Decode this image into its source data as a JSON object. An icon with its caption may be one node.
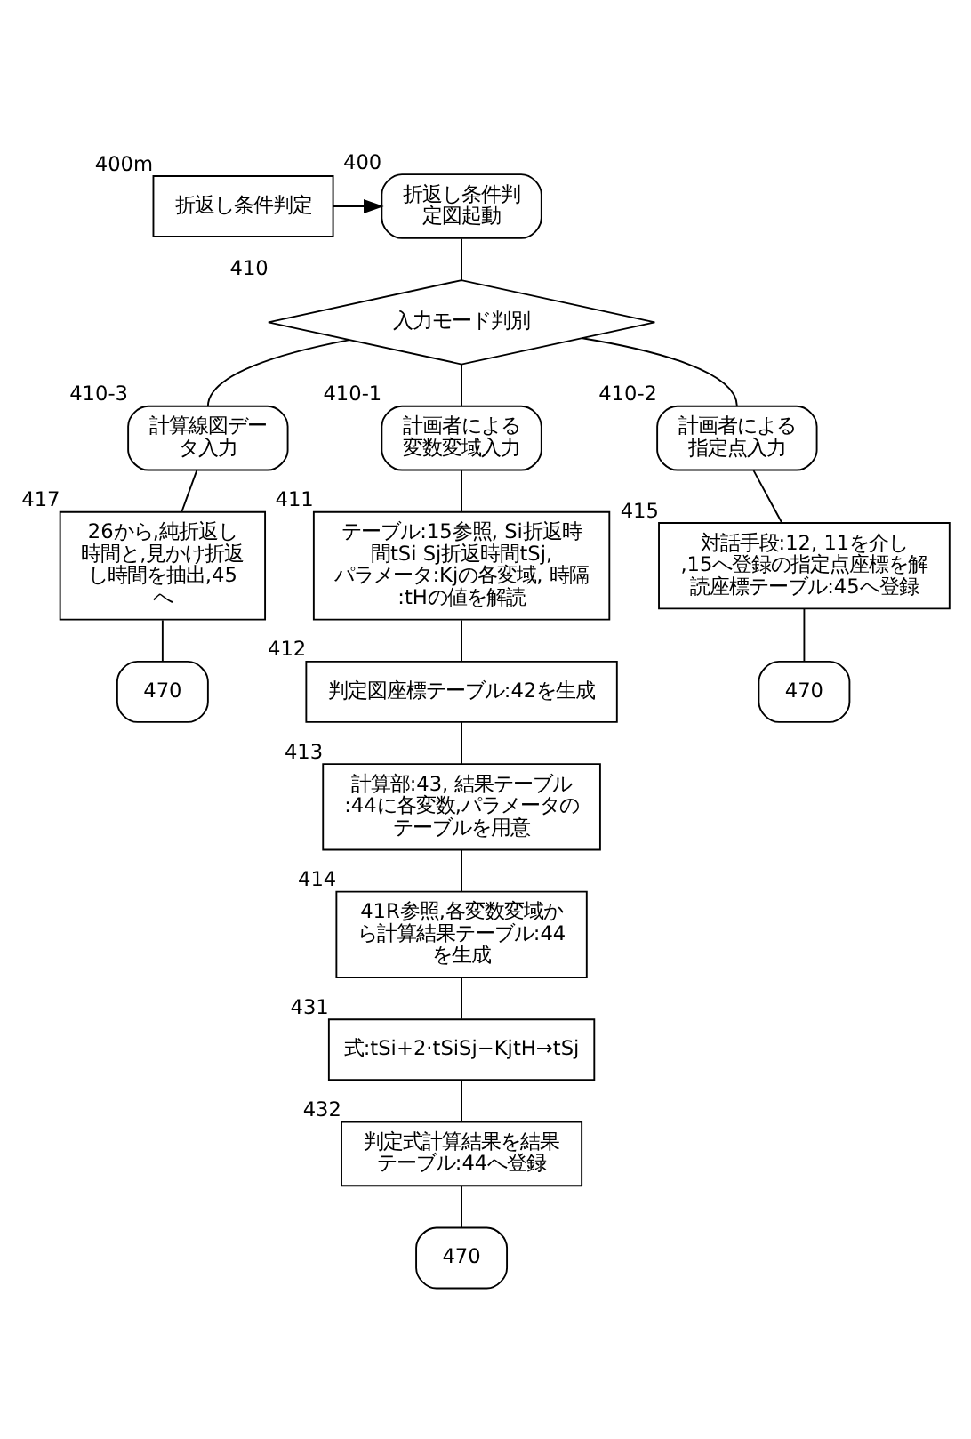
{
  "diagram": {
    "nodes": [
      {
        "text": [
          "折返し条件判定"
        ],
        "beside": [
          "400m"
        ]
      },
      {
        "text": [
          "折返し条件判定図起動"
        ],
        "beside": [
          "400"
        ]
      },
      {
        "text": [
          "入力モード判別"
        ],
        "beside": [
          "410"
        ]
      },
      {
        "text": [
          "計算線図データ入力"
        ],
        "beside": [
          "410-3"
        ]
      },
      {
        "text": [
          "計画者による変数変域入力"
        ],
        "beside": [
          "410-1"
        ]
      },
      {
        "text": [
          "計画者による指定点入力"
        ],
        "beside": [
          "410-2"
        ]
      },
      {
        "text": [
          "26から,純折返し時間と,見かけ折返し時間を抽出,45へ"
        ],
        "beside": [
          "417"
        ]
      },
      {
        "text": [
          "470"
        ]
      },
      {
        "text": [
          "テーブル:15参照, Si折返時間tSi Sj折返時間tSj, パラメータ:Kjの各変域, 時隔:tHの値を解読"
        ],
        "beside": [
          "411"
        ]
      },
      {
        "text": [
          "判定図座標テーブル:42を生成"
        ],
        "beside": [
          "412"
        ]
      },
      {
        "text": [
          "計算部:43, 結果テーブル:44に各変数,パラメータのテーブルを用意"
        ],
        "beside": [
          "413"
        ]
      },
      {
        "text": [
          "41R参照,各変数変域から計算結果テーブル:44を生成"
        ],
        "beside": [
          "414"
        ]
      },
      {
        "text": [
          "式:tSi+2·tSiSj−KjtH→tSj"
        ],
        "beside": [
          "431"
        ]
      },
      {
        "text": [
          "判定式計算結果を結果テーブル:44へ登録"
        ],
        "beside": [
          "432"
        ]
      },
      {
        "text": [
          "470"
        ]
      },
      {
        "text": [
          "対話手段:12, 11を介し,15へ登録の指定点座標を解読座標テーブル:45へ登録"
        ],
        "beside": [
          "415"
        ]
      },
      {
        "text": [
          "470"
        ]
      }
    ],
    "edges": [
      {
        "from": 0,
        "to": 1,
        "arrow": "to"
      },
      {
        "from": 1,
        "to": 2,
        "arrow": "none"
      },
      {
        "from": 2,
        "to": 3,
        "arrow": "none"
      },
      {
        "from": 2,
        "to": 4,
        "arrow": "none"
      },
      {
        "from": 2,
        "to": 5,
        "arrow": "none"
      },
      {
        "from": 3,
        "to": 6,
        "arrow": "none"
      },
      {
        "from": 6,
        "to": 7,
        "arrow": "none"
      },
      {
        "from": 4,
        "to": 8,
        "arrow": "none"
      },
      {
        "from": 8,
        "to": 9,
        "arrow": "none"
      },
      {
        "from": 9,
        "to": 10,
        "arrow": "none"
      },
      {
        "from": 10,
        "to": 11,
        "arrow": "none"
      },
      {
        "from": 11,
        "to": 12,
        "arrow": "none"
      },
      {
        "from": 12,
        "to": 13,
        "arrow": "none"
      },
      {
        "from": 13,
        "to": 14,
        "arrow": "none"
      },
      {
        "from": 5,
        "to": 15,
        "arrow": "none"
      },
      {
        "from": 15,
        "to": 16,
        "arrow": "none"
      }
    ]
  }
}
